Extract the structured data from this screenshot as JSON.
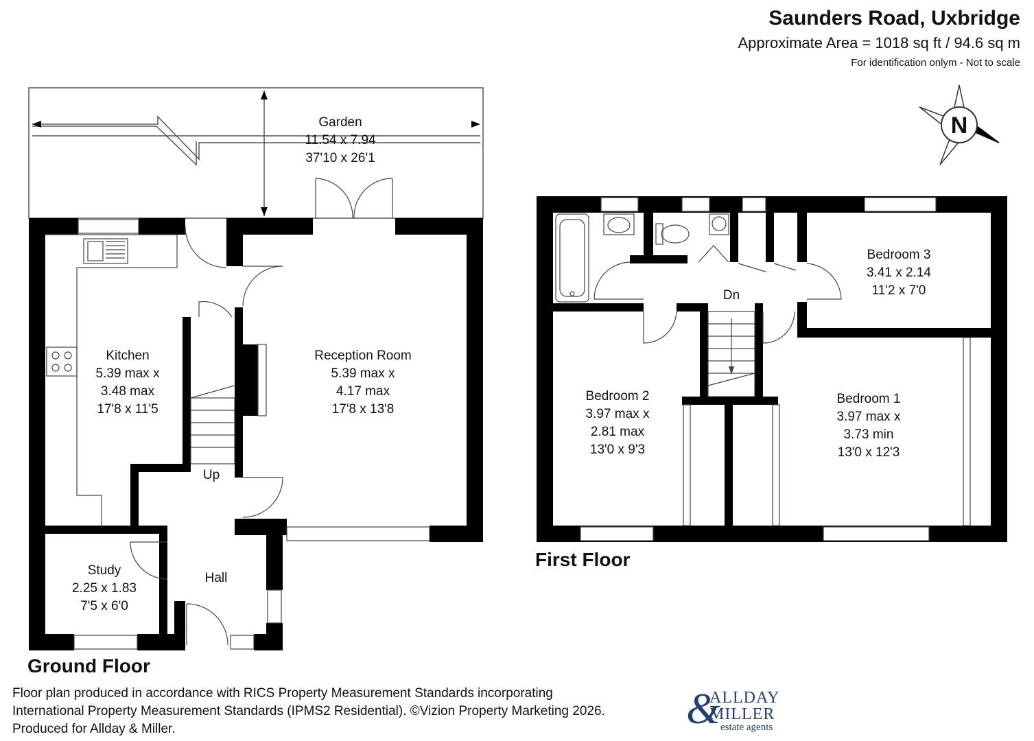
{
  "header": {
    "title": "Saunders Road, Uxbridge",
    "area": "Approximate Area = 1018 sq ft / 94.6 sq m",
    "note": "For identification onlym  - Not to scale",
    "compass_letter": "N"
  },
  "floors": {
    "ground": "Ground Floor",
    "first": "First Floor"
  },
  "rooms": {
    "garden": {
      "name": "Garden",
      "dims_m": "11.54 x 7.94",
      "dims_ft": "37'10 x 26'1"
    },
    "kitchen": {
      "name": "Kitchen",
      "line1": "5.39 max x",
      "line2": "3.48 max",
      "dims_ft": "17'8 x 11'5"
    },
    "reception": {
      "name": "Reception Room",
      "line1": "5.39 max x",
      "line2": "4.17 max",
      "dims_ft": "17'8 x 13'8"
    },
    "study": {
      "name": "Study",
      "dims_m": "2.25 x 1.83",
      "dims_ft": "7'5 x 6'0"
    },
    "hall": {
      "name": "Hall"
    },
    "bedroom1": {
      "name": "Bedroom 1",
      "line1": "3.97 max x",
      "line2": "3.73 min",
      "dims_ft": "13'0 x 12'3"
    },
    "bedroom2": {
      "name": "Bedroom 2",
      "line1": "3.97 max x",
      "line2": "2.81 max",
      "dims_ft": "13'0 x 9'3"
    },
    "bedroom3": {
      "name": "Bedroom 3",
      "dims_m": "3.41 x 2.14",
      "dims_ft": "11'2 x 7'0"
    }
  },
  "stairs": {
    "up": "Up",
    "down": "Dn"
  },
  "footer": {
    "line1": "Floor plan produced in accordance with RICS Property Measurement Standards incorporating",
    "line2": "International Property Measurement Standards (IPMS2 Residential). ©Vizion Property Marketing 2026.",
    "line3": "Produced for Allday & Miller."
  },
  "logo": {
    "amp": "&",
    "line1": "ALLDAY",
    "line2": "MILLER",
    "line3": "estate agents"
  },
  "colors": {
    "wall": "#000000",
    "background": "#ffffff",
    "logo": "#1f3f7a"
  }
}
